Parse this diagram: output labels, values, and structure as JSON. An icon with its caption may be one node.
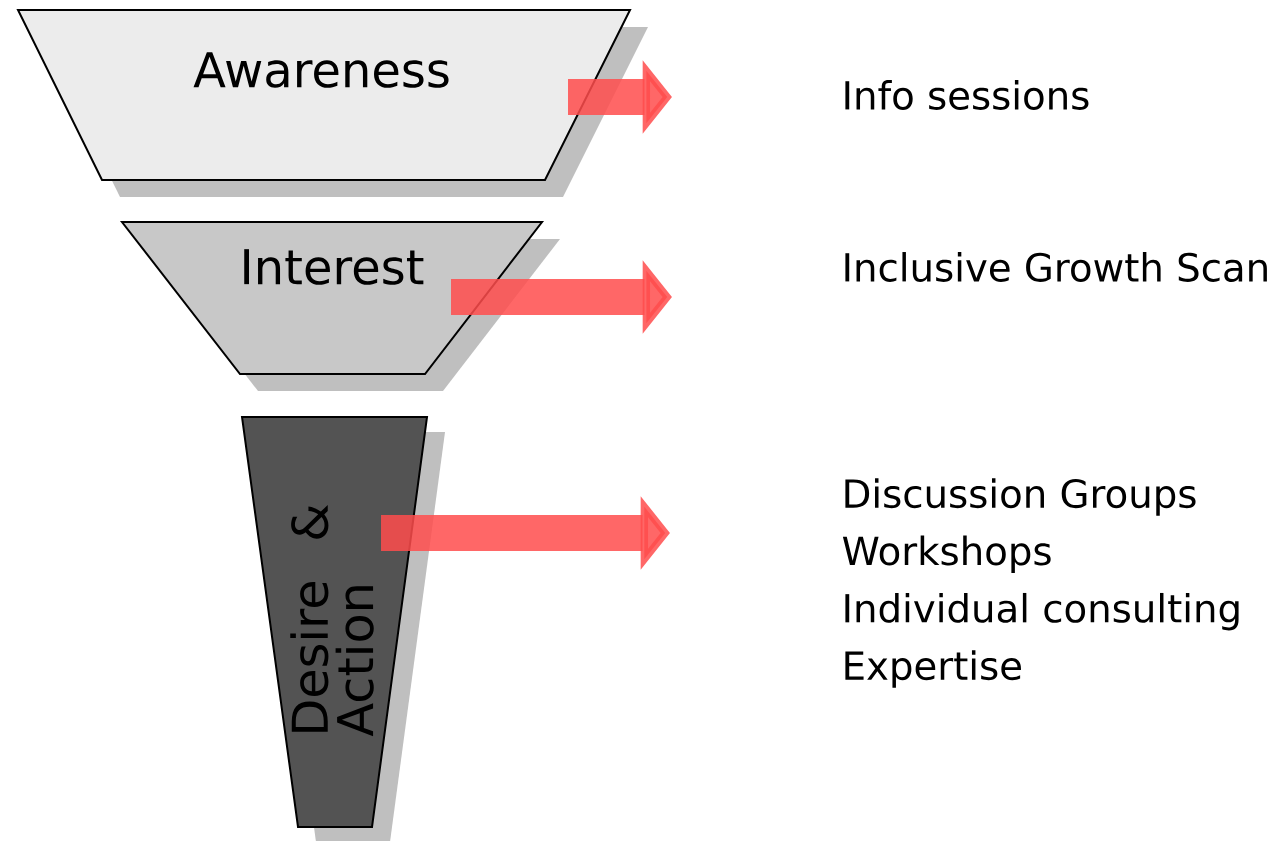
{
  "diagram": {
    "nodes": [
      {
        "text": [
          "Awareness"
        ]
      },
      {
        "text": [
          "Interest"
        ]
      },
      {
        "text": [
          "Desire & Action"
        ]
      },
      {
        "text": [
          "Info sessions"
        ]
      },
      {
        "text": [
          "Inclusive Growth Scan"
        ]
      },
      {
        "text": [
          "Discussion Groups",
          "Workshops",
          "Individual consulting",
          "Expertise"
        ]
      }
    ],
    "edges": [
      {
        "from": 0,
        "to": null,
        "arrow": "to"
      },
      {
        "from": 1,
        "to": null,
        "arrow": "to"
      },
      {
        "from": 2,
        "to": null,
        "arrow": "to"
      }
    ]
  }
}
